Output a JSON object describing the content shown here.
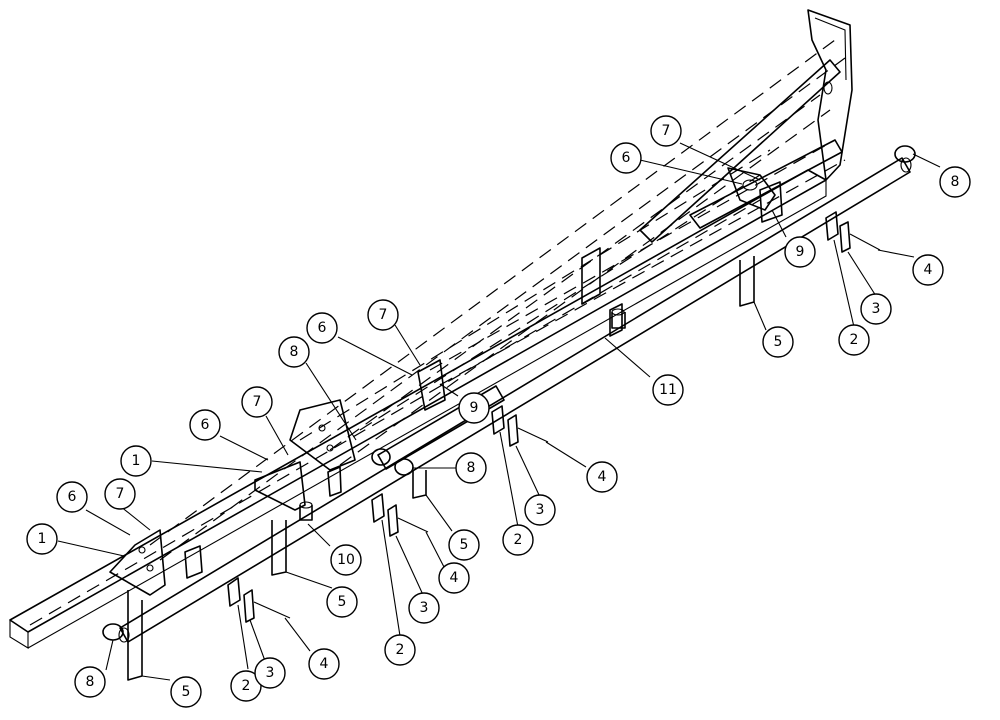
{
  "callouts": [
    {
      "label": "1"
    },
    {
      "label": "1"
    },
    {
      "label": "2"
    },
    {
      "label": "2"
    },
    {
      "label": "2"
    },
    {
      "label": "2"
    },
    {
      "label": "3"
    },
    {
      "label": "3"
    },
    {
      "label": "3"
    },
    {
      "label": "3"
    },
    {
      "label": "4"
    },
    {
      "label": "4"
    },
    {
      "label": "4"
    },
    {
      "label": "4"
    },
    {
      "label": "5"
    },
    {
      "label": "5"
    },
    {
      "label": "5"
    },
    {
      "label": "5"
    },
    {
      "label": "6"
    },
    {
      "label": "6"
    },
    {
      "label": "6"
    },
    {
      "label": "6"
    },
    {
      "label": "7"
    },
    {
      "label": "7"
    },
    {
      "label": "7"
    },
    {
      "label": "7"
    },
    {
      "label": "8"
    },
    {
      "label": "8"
    },
    {
      "label": "8"
    },
    {
      "label": "8"
    },
    {
      "label": "9"
    },
    {
      "label": "9"
    },
    {
      "label": "10"
    },
    {
      "label": "11"
    }
  ]
}
